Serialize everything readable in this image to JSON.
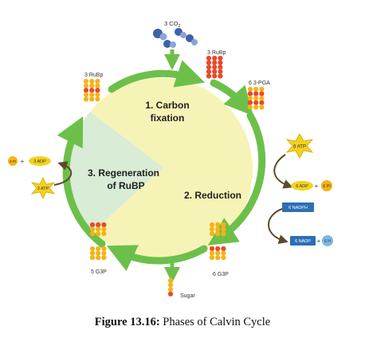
{
  "colors": {
    "cycle_arrow": "#6cc04a",
    "phase1_fill": "#f6f3b6",
    "phase3_fill": "#d8ecd6",
    "molecule_yellow": "#f6b318",
    "molecule_red": "#e8492c",
    "atp_star": "#f3d21f",
    "nadph_box": "#2d6fb4"
  },
  "molecules": {
    "co2": "3 CO",
    "co2_sub": "2",
    "rubp_top": "3 RuBp",
    "pga": "6 3-PGA",
    "rubp_left": "3 RuBp",
    "g3p_right": "6 G3P",
    "g3p_left": "5 G3P",
    "sugar": "Sugar"
  },
  "phases": {
    "fixation_line1": "1. Carbon",
    "fixation_line2": "fixation",
    "reduction": "2. Reduction",
    "regeneration_line1": "3. Regeneration",
    "regeneration_line2": "of RuBP"
  },
  "energy": {
    "atp_in_reduction": "6 ATP",
    "adp_out_reduction": "6 ADP",
    "pi_out_reduction": "6 Pi",
    "nadph_in": "6 NADPH",
    "nadp_out": "6 NADP",
    "h_out": "6 H",
    "atp_in_regeneration": "3 ATP",
    "adp_out_regeneration": "3 ADP",
    "pi_out_regeneration": "3 Pi",
    "plus": "+"
  },
  "caption": {
    "label": "Figure 13.16:",
    "text": " Phases of Calvin Cycle"
  }
}
